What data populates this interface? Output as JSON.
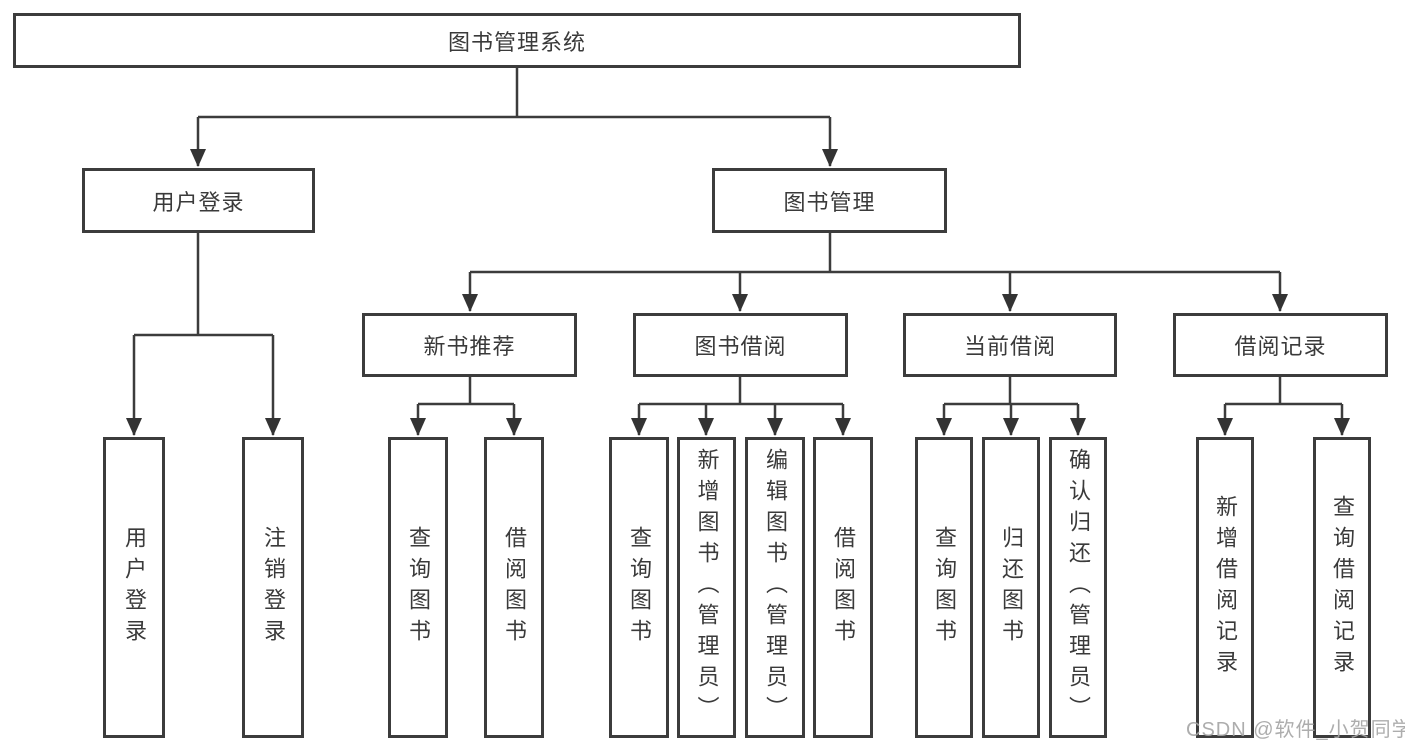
{
  "tree": {
    "label": "图书管理系统",
    "children": [
      {
        "label": "用户登录",
        "children": [
          {
            "label": "用户登录"
          },
          {
            "label": "注销登录"
          }
        ]
      },
      {
        "label": "图书管理",
        "children": [
          {
            "label": "新书推荐",
            "children": [
              {
                "label": "查询图书"
              },
              {
                "label": "借阅图书"
              }
            ]
          },
          {
            "label": "图书借阅",
            "children": [
              {
                "label": "查询图书"
              },
              {
                "label": "新增图书（管理员）"
              },
              {
                "label": "编辑图书（管理员）"
              },
              {
                "label": "借阅图书"
              }
            ]
          },
          {
            "label": "当前借阅",
            "children": [
              {
                "label": "查询图书"
              },
              {
                "label": "归还图书"
              },
              {
                "label": "确认归还（管理员）"
              }
            ]
          },
          {
            "label": "借阅记录",
            "children": [
              {
                "label": "新增借阅记录"
              },
              {
                "label": "查询借阅记录"
              }
            ]
          }
        ]
      }
    ]
  },
  "watermark": {
    "text": "CSDN @软件_小贺同学"
  },
  "colors": {
    "line": "#3c3c3c",
    "text": "#3a3a3a",
    "background": "#ffffff",
    "watermark": "#a4a4a4"
  }
}
